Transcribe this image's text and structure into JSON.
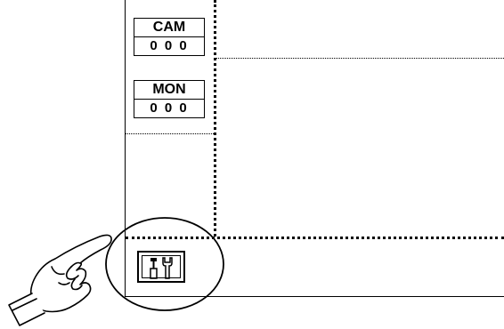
{
  "camera": {
    "label": "CAM",
    "value": "0 0 0"
  },
  "monitor": {
    "label": "MON",
    "value": "0 0 0"
  },
  "tools": {
    "icon": "tools-icon"
  },
  "callout": {
    "icon": "pointing-hand-icon"
  }
}
